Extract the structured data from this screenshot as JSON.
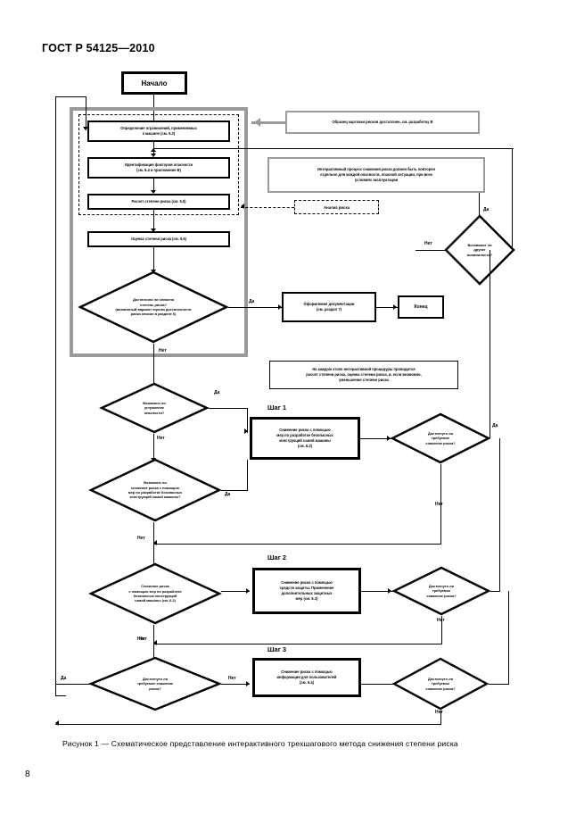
{
  "document": {
    "standard_title": "ГОСТ Р 54125—2010",
    "page_number": "8",
    "figure_caption": "Рисунок 1 — Схематическое представление интерактивного трехшагового метода снижения степени риска"
  },
  "flowchart": {
    "terminals": {
      "start": "Начало",
      "end": "Конец"
    },
    "analysis_group": {
      "dashed_group_label": "Анализ риска",
      "boxes": [
        {
          "id": "limits",
          "text": "Определение ограничений, применяемых\nк машине (см. 5.3)"
        },
        {
          "id": "hazard-id",
          "text": "Идентификация факторов опасности\n(см. 5.4 и приложение B)"
        },
        {
          "id": "risk-estimation",
          "text": "Расчет степени риска (см. 5.5)"
        }
      ],
      "side_note": "Анализ риска"
    },
    "evaluation_box": {
      "id": "risk-evaluation",
      "text": "Оценка степени риска (см. 5.6)"
    },
    "grey_notes": [
      {
        "id": "risk-card-note",
        "text": "Образец карточки рисков достаточен, см. разработку В"
      },
      {
        "id": "iterative-note",
        "text": "Интерактивный процесс снижения риска должен быть повторен\nотдельно для каждой опасности, опасной ситуации, при всех\nусловиях эксплуатации"
      }
    ],
    "middle_note": {
      "id": "iteration-note",
      "text": "На каждом этапе интерактивной процедуры проводится\nрасчет степени риска, оценка степени риска, и, если возможно,\nуменьшение степени риска"
    },
    "decisions": [
      {
        "id": "risk-reduced-enough",
        "text": "Достаточно ли снижена\nстепень риска?\n(возможный вариант оценки достаточности\nриска описан в разделе 6)"
      },
      {
        "id": "other-hazards",
        "text": "Возникают ли\nдругие\nвозможности?"
      },
      {
        "id": "can-eliminate-hazard",
        "text": "Возможно ли\nустранение\nопасности?"
      },
      {
        "id": "required-reduction-step1",
        "text": "Достигнуто ли\nтребуемое\nснижение риска?"
      },
      {
        "id": "can-reduce-by-design",
        "text": "Возможно ли\nснижение риска с помощью\nмер по разработке безопасных\nконструкций самой машины?"
      },
      {
        "id": "reduce-by-design-q",
        "text": "Снижение риска\nс помощью мер по разработке\nбезопасных конструкций\nсамой машины (см. 6.2)"
      },
      {
        "id": "required-reduction-step2",
        "text": "Достигнуто ли\nтребуемое\nснижение риска?"
      },
      {
        "id": "reachable-reduction",
        "text": "Достигнуто ли\nтребуемое снижение\nриска?"
      },
      {
        "id": "required-reduction-step3",
        "text": "Достигнуто ли\nтребуемое\nснижение риска?"
      }
    ],
    "steps": [
      {
        "label": "Шаг 1",
        "box_text": "Снижение риска с помощью\nмер по разработке безопасных\nконструкций самой машины\n(см. 6.2)"
      },
      {
        "label": "Шаг 2",
        "box_text": "Снижение риска с помощью\nсредств защиты. Применение\nдополнительных защитных\nмер (см. 6.3)"
      },
      {
        "label": "Шаг 3",
        "box_text": "Снижение риска с помощью\nинформации для пользователей\n(см. 6.4)"
      }
    ],
    "documentation_box": {
      "id": "documentation",
      "text": "Оформление документации\n(см. раздел 7)"
    },
    "edge_labels": {
      "yes": "Да",
      "no": "Нет"
    }
  },
  "colors": {
    "ink": "#000000",
    "grey_accent": "#9a9a9a",
    "page_background": "#ffffff"
  }
}
